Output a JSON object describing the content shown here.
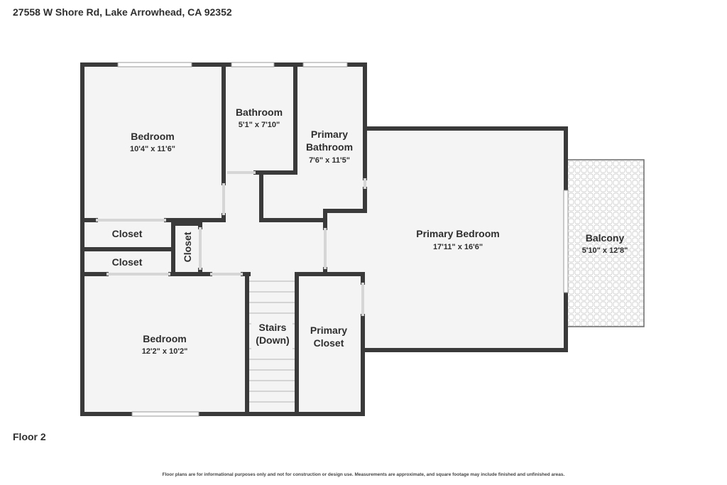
{
  "header": {
    "address": "27558 W Shore Rd, Lake Arrowhead, CA 92352"
  },
  "footer": {
    "floor_label": "Floor 2",
    "disclaimer": "Floor plans are for informational purposes only and not for construction or design use. Measurements are approximate, and square footage may include finished and unfinished areas."
  },
  "rooms": {
    "bedroom_top": {
      "name": "Bedroom",
      "dims": "10'4\" x 11'6\""
    },
    "bathroom": {
      "name": "Bathroom",
      "dims": "5'1\" x 7'10\""
    },
    "primary_bathroom": {
      "name_line1": "Primary",
      "name_line2": "Bathroom",
      "dims": "7'6\" x 11'5\""
    },
    "primary_bedroom": {
      "name": "Primary Bedroom",
      "dims": "17'11\" x 16'6\""
    },
    "balcony": {
      "name": "Balcony",
      "dims": "5'10\" x 12'8\""
    },
    "closet_upper": {
      "name": "Closet"
    },
    "closet_lower": {
      "name": "Closet"
    },
    "closet_vertical": {
      "name": "Closet"
    },
    "bedroom_bottom": {
      "name": "Bedroom",
      "dims": "12'2\" x 10'2\""
    },
    "stairs": {
      "name_line1": "Stairs",
      "name_line2": "(Down)"
    },
    "primary_closet": {
      "name_line1": "Primary",
      "name_line2": "Closet"
    }
  },
  "colors": {
    "wall": "#3a3a3a",
    "floor": "#f4f4f4",
    "window": "#c8c8c8",
    "balcony_tile": "#d0d0d0"
  }
}
